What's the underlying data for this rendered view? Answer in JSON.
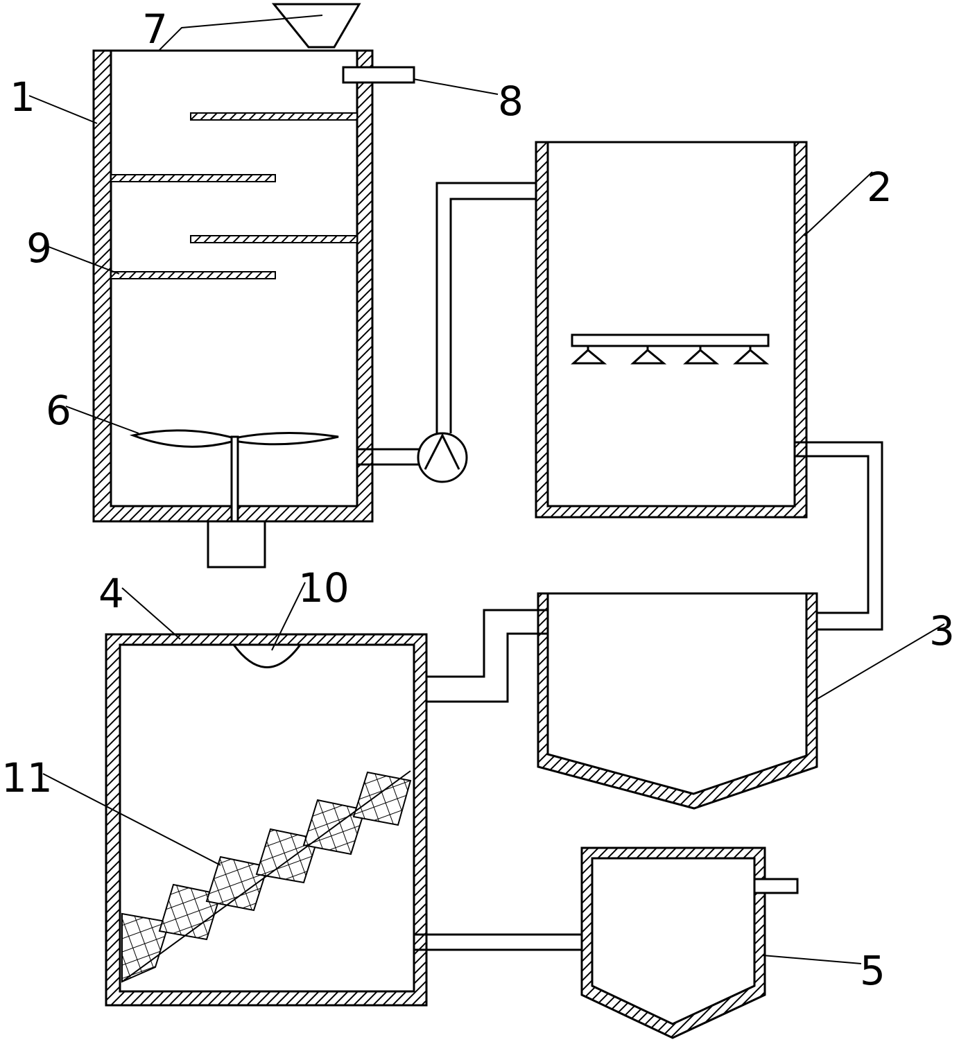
{
  "colors": {
    "stroke": "#000000",
    "background": "#ffffff"
  },
  "labels": {
    "l1": "1",
    "l2": "2",
    "l3": "3",
    "l4": "4",
    "l5": "5",
    "l6": "6",
    "l7": "7",
    "l8": "8",
    "l9": "9",
    "l10": "10",
    "l11": "11"
  }
}
